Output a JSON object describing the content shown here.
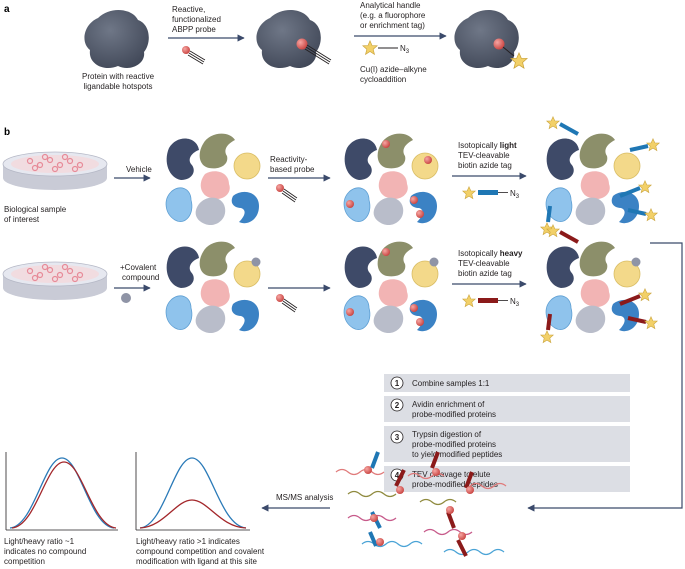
{
  "panel_a": {
    "label": "a",
    "protein_caption": [
      "Protein with reactive",
      "ligandable hotspots"
    ],
    "probe_caption": [
      "Reactive,",
      "functionalized",
      "ABPP probe"
    ],
    "handle_caption": [
      "Analytical handle",
      "(e.g. a fluorophore",
      "or enrichment tag)"
    ],
    "azide_label": "N",
    "azide_sub": "3",
    "click_caption": [
      "Cu(I) azide–alkyne",
      "cycloaddition"
    ]
  },
  "panel_b": {
    "label": "b",
    "sample_caption": [
      "Biological sample",
      "of interest"
    ],
    "vehicle_label": "Vehicle",
    "compound_label": [
      "+Covalent",
      "compound"
    ],
    "probe_label": [
      "Reactivity-",
      "based probe"
    ],
    "light_tag": {
      "line1_prefix": "Isotopically ",
      "line1_bold": "light",
      "line2": "TEV-cleavable",
      "line3": "biotin azide tag"
    },
    "heavy_tag": {
      "line1_prefix": "Isotopically ",
      "line1_bold": "heavy",
      "line2": "TEV-cleavable",
      "line3": "biotin azide tag"
    },
    "azide_label": "N",
    "azide_sub": "3",
    "steps": [
      {
        "num": "1",
        "lines": [
          "Combine samples 1:1"
        ]
      },
      {
        "num": "2",
        "lines": [
          "Avidin enrichment of",
          "probe-modified proteins"
        ]
      },
      {
        "num": "3",
        "lines": [
          "Trypsin digestion of",
          "probe-modified proteins",
          "to yield modified peptides"
        ]
      },
      {
        "num": "4",
        "lines": [
          "TEV cleavage to elute",
          "probe-modified peptides"
        ]
      }
    ],
    "msms_label": "MS/MS analysis",
    "ratio1_caption": [
      "Light/heavy ratio ~1",
      "indicates no compound",
      "competition"
    ],
    "ratio2_caption": [
      "Light/heavy ratio >1 indicates",
      "compound competition and covalent",
      "modification with ligand at this site"
    ]
  },
  "colors": {
    "light_tag": "#1f77b4",
    "heavy_tag": "#8b1a1a",
    "probe_ball": "#d9534f",
    "curve_light": "#2a7ab8",
    "curve_heavy": "#a3262a",
    "arrow": "#3b4a6b"
  }
}
